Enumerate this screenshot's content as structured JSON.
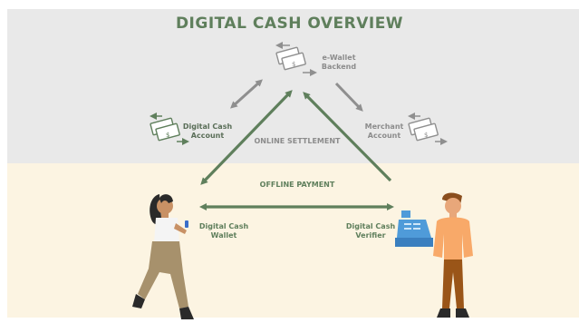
{
  "title": "DIGITAL CASH OVERVIEW",
  "nodes": {
    "backend": "e-Wallet\nBackend",
    "account": "Digital Cash\nAccount",
    "merchant": "Merchant\nAccount",
    "wallet": "Digital Cash\nWallet",
    "verifier": "Digital Cash\nVerifier"
  },
  "flows": {
    "online": "ONLINE SETTLEMENT",
    "offline": "OFFLINE PAYMENT"
  },
  "colors": {
    "top_band": "#e9e9e9",
    "bottom_band": "#fcf4e2",
    "green": "#5f7f5c",
    "grey_arrow": "#8f8f8f"
  },
  "icons": [
    "cash-stack-icon",
    "cash-register-icon",
    "woman-with-phone",
    "man-standing"
  ]
}
